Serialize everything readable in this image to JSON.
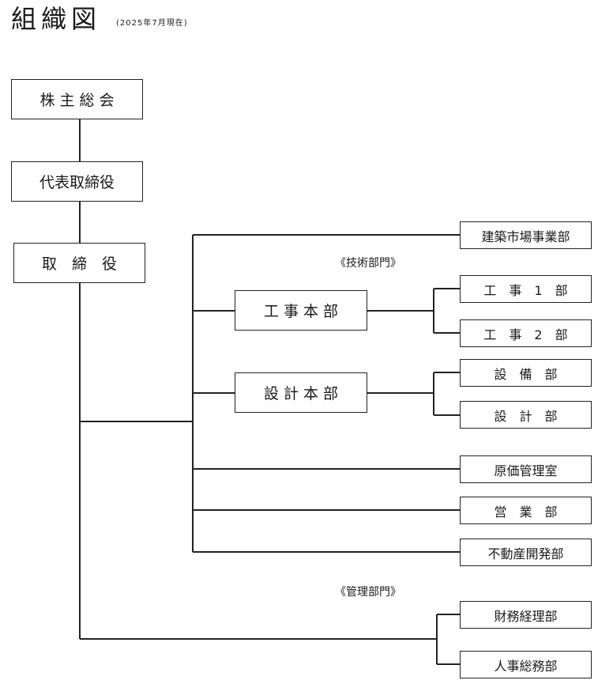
{
  "title": "組織図",
  "subtitle": "(2025年7月現在)",
  "sections": {
    "technical": "《技術部門》",
    "management": "《管理部門》"
  },
  "boxes": {
    "shareholders": "株 主 総 会",
    "representative_director": "代表取締役",
    "directors": "取　締　役",
    "construction_market": "建築市場事業部",
    "construction_hq": "工 事 本 部",
    "construction_1": "工　事　1　部",
    "construction_2": "工　事　2　部",
    "design_hq": "設 計 本 部",
    "equipment": "設　備　部",
    "design": "設　計　部",
    "cost_management": "原価管理室",
    "sales": "営　業　部",
    "real_estate": "不動産開発部",
    "finance_accounting": "財務経理部",
    "hr_general_affairs": "人事総務部"
  }
}
